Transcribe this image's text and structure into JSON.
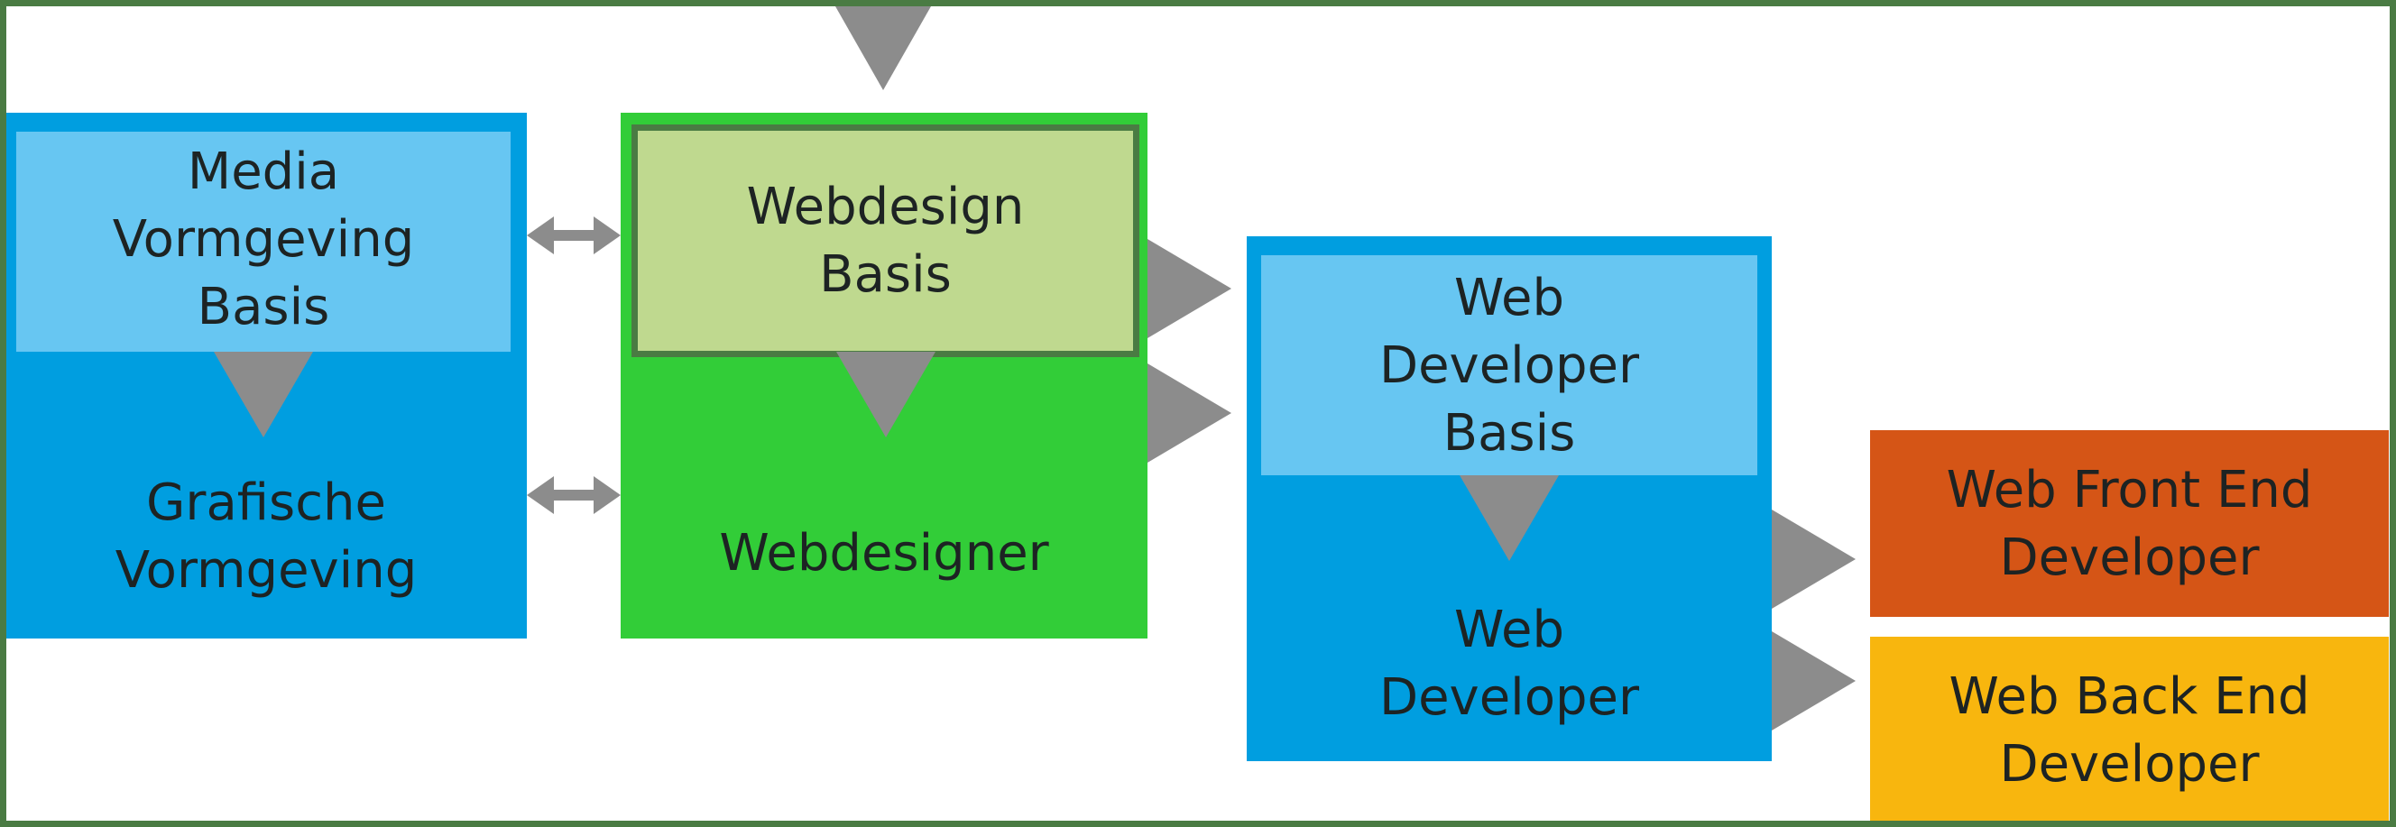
{
  "colors": {
    "frame": "#4a7b43",
    "blue_outer": "#009ee0",
    "blue_inner": "#67c6f2",
    "green_outer": "#32cd38",
    "green_inner": "#bfd98f",
    "green_inner_border": "#4a7b43",
    "orange": "#d55516",
    "yellow": "#f8b60e",
    "arrow": "#8c8c8c",
    "text": "#1d2323"
  },
  "diagram": {
    "media_vormgeving_basis": "Media\nVormgeving\nBasis",
    "grafische_vormgeving": "Grafische\nVormgeving",
    "webdesign_basis": "Webdesign\nBasis",
    "webdesigner": "Webdesigner",
    "web_developer_basis": "Web\nDeveloper\nBasis",
    "web_developer": "Web\nDeveloper",
    "web_front_end_developer": "Web Front End\nDeveloper",
    "web_back_end_developer": "Web Back End\nDeveloper"
  }
}
